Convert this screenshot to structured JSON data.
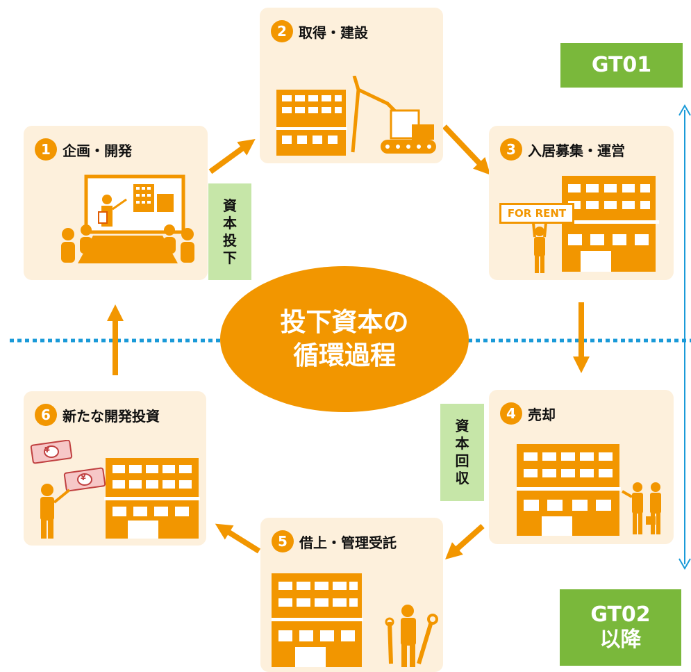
{
  "steps": [
    {
      "num": "1",
      "title": "企画・開発"
    },
    {
      "num": "2",
      "title": "取得・建設"
    },
    {
      "num": "3",
      "title": "入居募集・運営"
    },
    {
      "num": "4",
      "title": "売却"
    },
    {
      "num": "5",
      "title": "借上・管理受託"
    },
    {
      "num": "6",
      "title": "新たな開発投資"
    }
  ],
  "center": {
    "line1": "投下資本の",
    "line2": "循環過程"
  },
  "capital_invest": [
    "資",
    "本",
    "投",
    "下"
  ],
  "capital_recover": [
    "資",
    "本",
    "回",
    "収"
  ],
  "gt01": "GT01",
  "gt02": {
    "line1": "GT02",
    "line2": "以降"
  },
  "for_rent": "FOR RENT",
  "currency": "¥",
  "colors": {
    "orange": "#f29600",
    "card": "#fdf0dc",
    "green": "#7ab83b",
    "light_green": "#c6e6a8",
    "blue": "#1a9ad8"
  }
}
